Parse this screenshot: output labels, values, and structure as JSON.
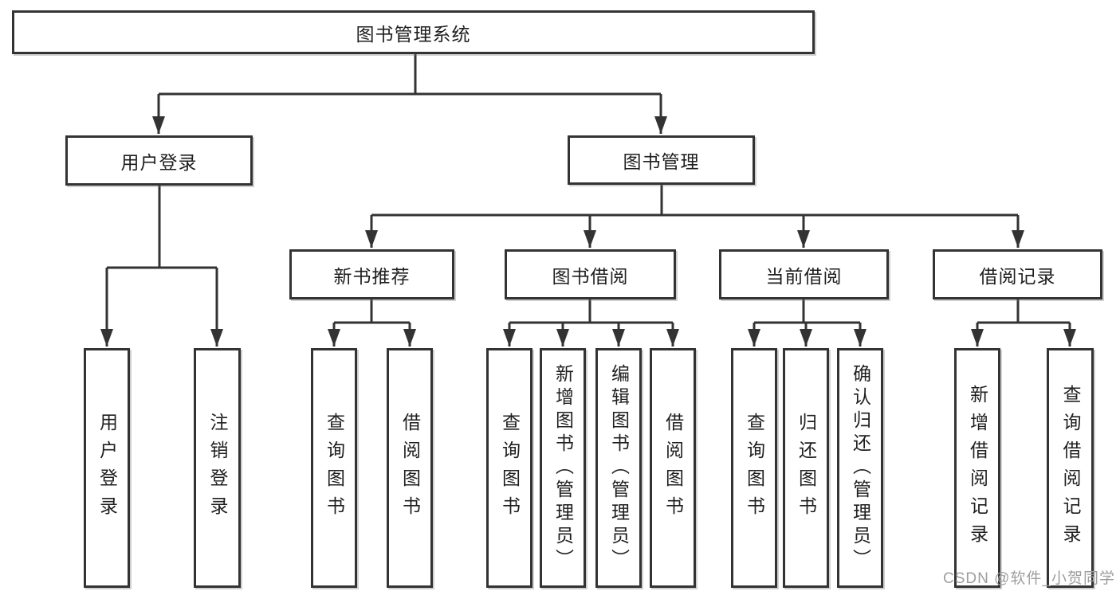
{
  "diagram": {
    "type": "hierarchy-structure-chart",
    "nodes": {
      "root": {
        "label": "图书管理系统"
      },
      "level1": {
        "user_login": {
          "label": "用户登录"
        },
        "book_mgmt": {
          "label": "图书管理"
        }
      },
      "level2": {
        "new_books": {
          "label": "新书推荐"
        },
        "book_borrow": {
          "label": "图书借阅"
        },
        "current_borrow": {
          "label": "当前借阅"
        },
        "borrow_records": {
          "label": "借阅记录"
        }
      },
      "leaves": {
        "user_login_leaf": {
          "label": "用户登录",
          "parent": "用户登录"
        },
        "logout": {
          "label": "注销登录",
          "parent": "用户登录"
        },
        "nb_query_books": {
          "label": "查询图书",
          "parent": "新书推荐"
        },
        "nb_borrow_books": {
          "label": "借阅图书",
          "parent": "新书推荐"
        },
        "bb_query_books": {
          "label": "查询图书",
          "parent": "图书借阅"
        },
        "bb_add_books": {
          "label": "新增图书（管理员）",
          "parent": "图书借阅"
        },
        "bb_edit_books": {
          "label": "编辑图书（管理员）",
          "parent": "图书借阅"
        },
        "bb_borrow_books": {
          "label": "借阅图书",
          "parent": "图书借阅"
        },
        "cb_query_books": {
          "label": "查询图书",
          "parent": "当前借阅"
        },
        "cb_return_books": {
          "label": "归还图书",
          "parent": "当前借阅"
        },
        "cb_confirm_return": {
          "label": "确认归还（管理员）",
          "parent": "当前借阅"
        },
        "br_add_record": {
          "label": "新增借阅记录",
          "parent": "借阅记录"
        },
        "br_query_record": {
          "label": "查询借阅记录",
          "parent": "借阅记录"
        }
      }
    }
  },
  "watermark": {
    "text": "CSDN @软件_小贺同学"
  },
  "colors": {
    "line": "#333333",
    "box_border": "#333333",
    "box_fill": "#ffffff",
    "text": "#1f1f1f",
    "background": "#ffffff",
    "watermark": "#9e9e9e"
  }
}
